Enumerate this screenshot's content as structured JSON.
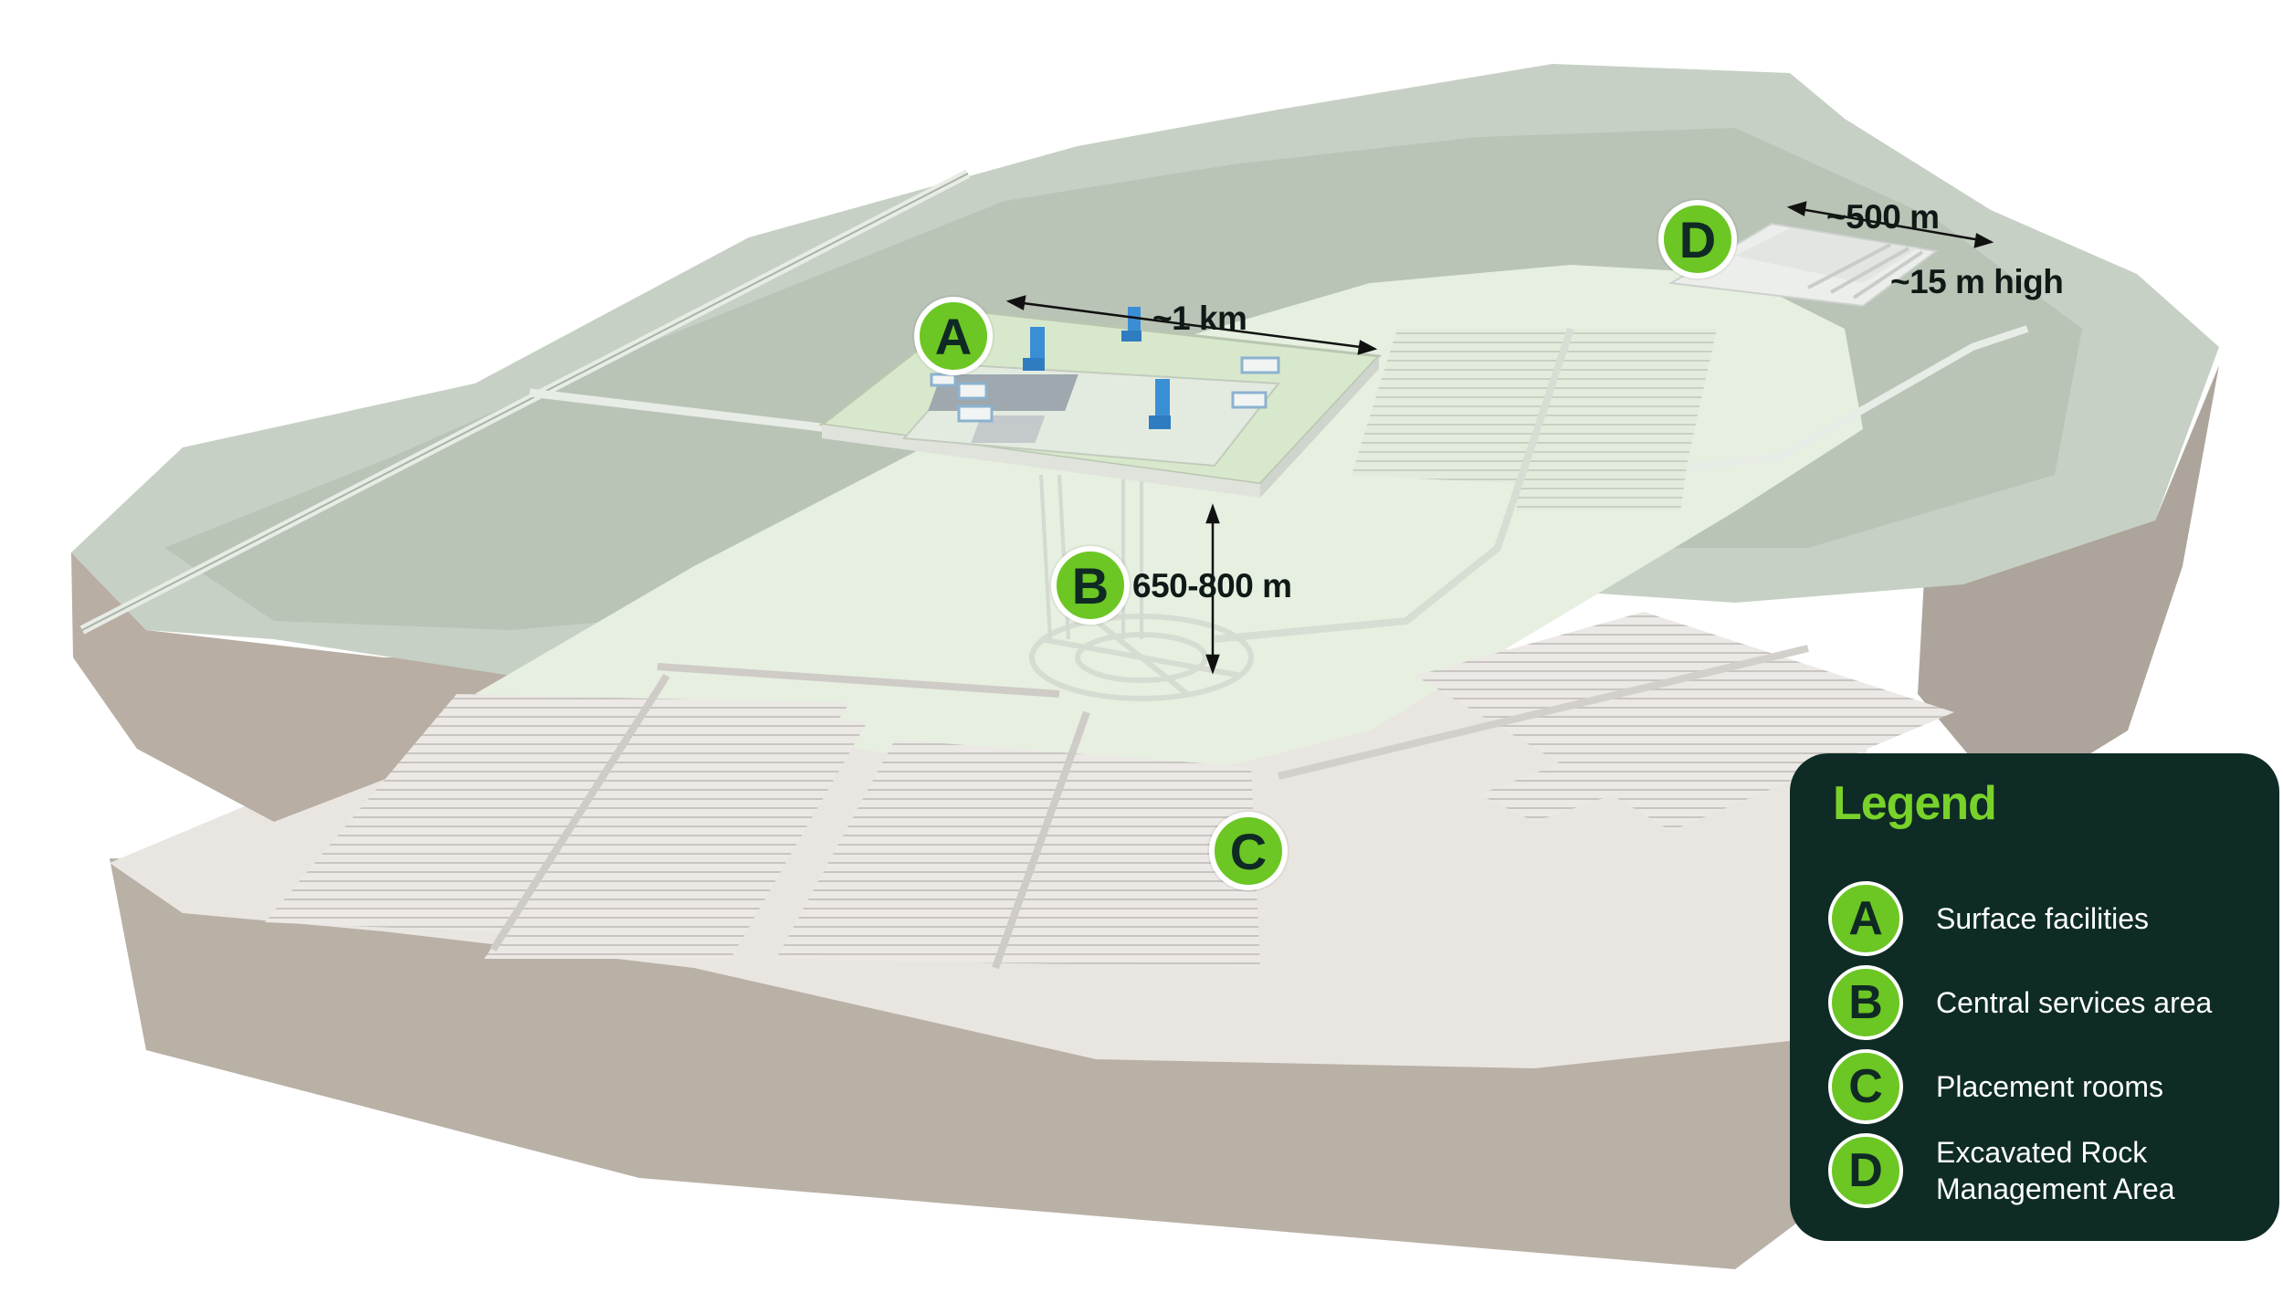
{
  "labels": {
    "a": "A",
    "b": "B",
    "c": "C",
    "d": "D"
  },
  "dimensions": {
    "site_width": "~1 km",
    "depth": "650-800 m",
    "rock_area_width": "~500 m",
    "rock_area_height": "~15 m high"
  },
  "legend": {
    "title": "Legend",
    "items": [
      {
        "badge": "A",
        "text": "Surface facilities"
      },
      {
        "badge": "B",
        "text": "Central services area"
      },
      {
        "badge": "C",
        "text": "Placement rooms"
      },
      {
        "badge": "D",
        "text": "Excavated Rock Management Area"
      }
    ]
  },
  "colors": {
    "badge_green": "#6cc624",
    "legend_background": "#0e2b25",
    "legend_title": "#78d22a",
    "terrain_top": "#c5cfc3",
    "terrain_side": "#b6ada2",
    "repository_layer": "#e8e5e1",
    "building_blue": "#3a8ed4"
  }
}
